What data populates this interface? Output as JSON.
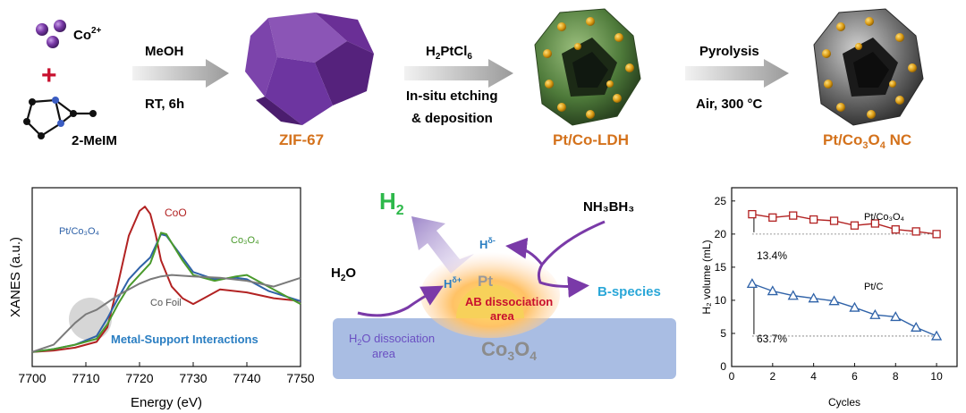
{
  "synthesis": {
    "co_ion": "Co",
    "co_ion_sup": "2+",
    "plus": "+",
    "ligand": "2-MeIM",
    "step1_top": "MeOH",
    "step1_bottom": "RT,  6h",
    "product1": "ZIF-67",
    "step2_top_a": "H",
    "step2_top_sub1": "2",
    "step2_top_b": "PtCl",
    "step2_top_sub2": "6",
    "step2_mid": "In-situ etching",
    "step2_bottom": "& deposition",
    "product2": "Pt/Co-LDH",
    "step3_top": "Pyrolysis",
    "step3_bottom": "Air, 300 °C",
    "product3_a": "Pt/Co",
    "product3_sub1": "3",
    "product3_b": "O",
    "product3_sub2": "4",
    "product3_c": " NC",
    "product_color": "#d4721c",
    "zif_color": "#6a2f96"
  },
  "xanes": {
    "ylabel": "XANES (a.u.)",
    "xlabel": "Energy (eV)",
    "annotation": "Metal-Support Interactions",
    "annotation_color": "#2a7ec2",
    "labels": {
      "pt": "Pt/Co₃O₄",
      "coo": "CoO",
      "co3o4": "Co₃O₄",
      "cofoil": "Co Foil"
    }
  },
  "mechanism": {
    "h2": "H",
    "h2_sub": "2",
    "h2o": "H",
    "h2o_sub": "2",
    "h2o_b": "O",
    "nh3bh3": "NH₃BH₃",
    "h_minus": "H",
    "h_minus_sup": "δ-",
    "h_plus": "H",
    "h_plus_sup": "δ+",
    "pt": "Pt",
    "ab_area_1": "AB dissociation",
    "ab_area_2": "area",
    "h2o_area_1a": "H",
    "h2o_area_sub": "2",
    "h2o_area_1b": "O dissociation",
    "h2o_area_2": "area",
    "support": "Co",
    "support_sub1": "3",
    "support_b": "O",
    "support_sub2": "4",
    "b_species": "B-species",
    "colors": {
      "h2": "#2db84a",
      "hion": "#2a7ec2",
      "ab": "#c8102e",
      "bspec": "#2aa7d8",
      "h2oarea": "#6a4fc2",
      "support_text": "#8c8c8c",
      "arrow": "#7a3aa8"
    }
  },
  "chart_data": [
    {
      "type": "line",
      "title": "",
      "xlabel": "Energy (eV)",
      "ylabel": "XANES (a.u.)",
      "xlim": [
        7700,
        7750
      ],
      "xticks": [
        7700,
        7710,
        7720,
        7730,
        7740,
        7750
      ],
      "series": [
        {
          "name": "CoO",
          "color": "#b22222",
          "x": [
            7700,
            7704,
            7708,
            7712,
            7714,
            7716,
            7718,
            7720,
            7721,
            7722,
            7723,
            7724,
            7726,
            7728,
            7730,
            7732,
            7735,
            7740,
            7745,
            7750
          ],
          "y": [
            0.05,
            0.06,
            0.08,
            0.12,
            0.22,
            0.52,
            0.85,
            1.02,
            1.05,
            1.0,
            0.86,
            0.68,
            0.5,
            0.42,
            0.38,
            0.42,
            0.48,
            0.46,
            0.42,
            0.4
          ]
        },
        {
          "name": "Pt/Co₃O₄",
          "color": "#2f62a8",
          "x": [
            7700,
            7704,
            7708,
            7712,
            7714,
            7716,
            7718,
            7720,
            7722,
            7723,
            7724,
            7725,
            7726,
            7728,
            7730,
            7734,
            7738,
            7740,
            7744,
            7750
          ],
          "y": [
            0.05,
            0.07,
            0.1,
            0.16,
            0.28,
            0.42,
            0.55,
            0.63,
            0.7,
            0.78,
            0.86,
            0.85,
            0.8,
            0.7,
            0.6,
            0.55,
            0.56,
            0.55,
            0.47,
            0.4
          ]
        },
        {
          "name": "Co₃O₄",
          "color": "#4a9a2c",
          "x": [
            7700,
            7704,
            7708,
            7712,
            7714,
            7716,
            7718,
            7720,
            7722,
            7723,
            7724,
            7725,
            7726,
            7728,
            7730,
            7734,
            7738,
            7740,
            7744,
            7750
          ],
          "y": [
            0.05,
            0.07,
            0.1,
            0.14,
            0.24,
            0.38,
            0.5,
            0.58,
            0.66,
            0.76,
            0.87,
            0.86,
            0.8,
            0.68,
            0.58,
            0.54,
            0.57,
            0.58,
            0.5,
            0.38
          ]
        },
        {
          "name": "Co Foil",
          "color": "#7a7a7a",
          "x": [
            7700,
            7704,
            7708,
            7710,
            7712,
            7714,
            7716,
            7718,
            7720,
            7722,
            7724,
            7726,
            7730,
            7735,
            7740,
            7745,
            7750
          ],
          "y": [
            0.05,
            0.1,
            0.25,
            0.31,
            0.34,
            0.39,
            0.44,
            0.48,
            0.52,
            0.55,
            0.57,
            0.58,
            0.57,
            0.56,
            0.54,
            0.5,
            0.56
          ]
        }
      ]
    },
    {
      "type": "line",
      "title": "",
      "xlabel": "Cycles",
      "ylabel": "H₂ volume (mL)",
      "xlim": [
        0,
        11
      ],
      "ylim": [
        0,
        27
      ],
      "xticks": [
        0,
        2,
        4,
        6,
        8,
        10
      ],
      "yticks": [
        0,
        5,
        10,
        15,
        20,
        25
      ],
      "annotations": [
        "13.4%",
        "63.7%"
      ],
      "series": [
        {
          "name": "Pt/Co₃O₄",
          "color": "#b22222",
          "marker": "square",
          "x": [
            1,
            2,
            3,
            4,
            5,
            6,
            7,
            8,
            9,
            10
          ],
          "y": [
            23.0,
            22.5,
            22.8,
            22.2,
            22.0,
            21.3,
            21.6,
            20.7,
            20.4,
            20.0
          ]
        },
        {
          "name": "Pt/C",
          "color": "#2f62a8",
          "marker": "triangle",
          "x": [
            1,
            2,
            3,
            4,
            5,
            6,
            7,
            8,
            9,
            10
          ],
          "y": [
            12.5,
            11.4,
            10.7,
            10.3,
            9.9,
            8.9,
            7.8,
            7.5,
            5.9,
            4.6
          ]
        }
      ]
    }
  ]
}
